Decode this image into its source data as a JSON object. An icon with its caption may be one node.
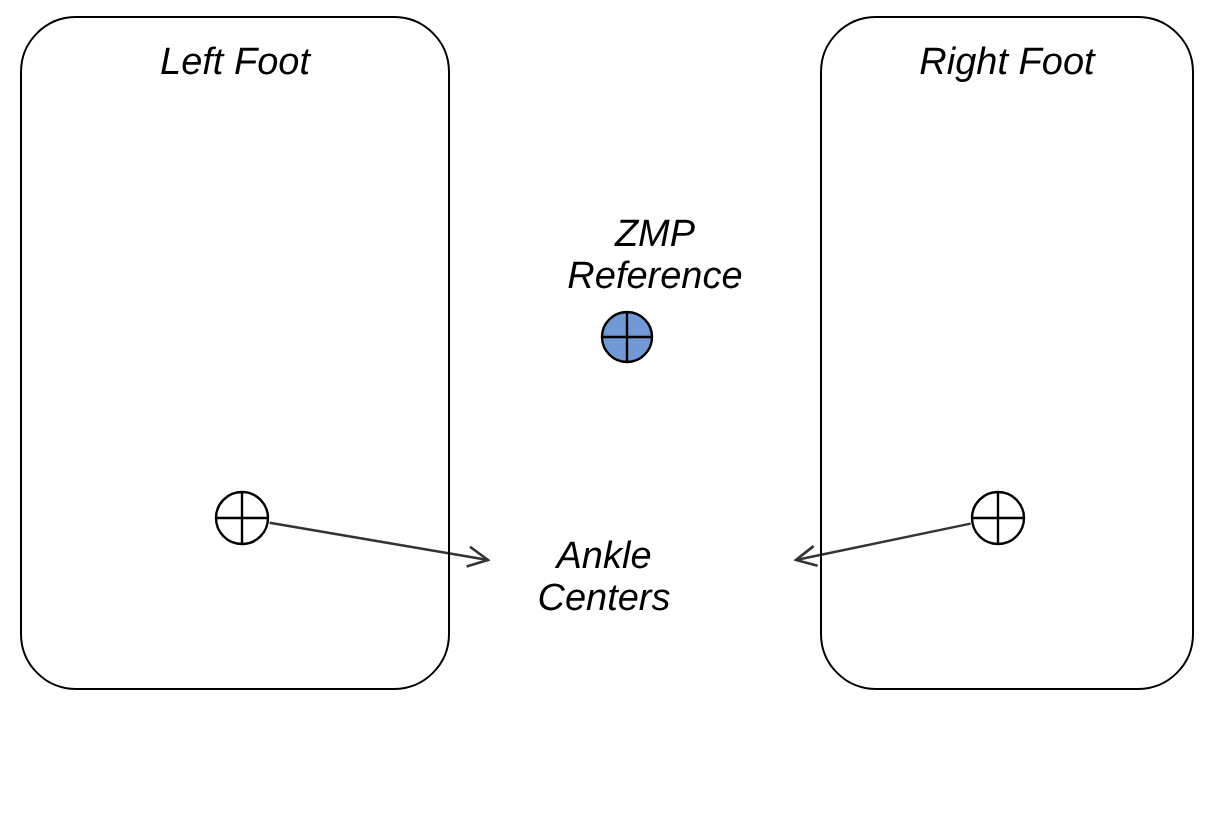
{
  "diagram": {
    "nodes": [
      {
        "text": [
          "Left Foot"
        ]
      },
      {
        "text": [
          "Right Foot"
        ]
      },
      {
        "text": [],
        "shape": "circle",
        "beside": [
          "ZMP Reference"
        ]
      },
      {
        "text": [],
        "shape": "circle",
        "in": 0
      },
      {
        "text": [],
        "shape": "circle",
        "in": 1
      },
      {
        "text": [
          "Ankle Centers"
        ]
      }
    ],
    "edges": [
      {
        "from": 3,
        "to": 5,
        "arrow": "to"
      },
      {
        "from": 4,
        "to": 5,
        "arrow": "to"
      }
    ]
  }
}
